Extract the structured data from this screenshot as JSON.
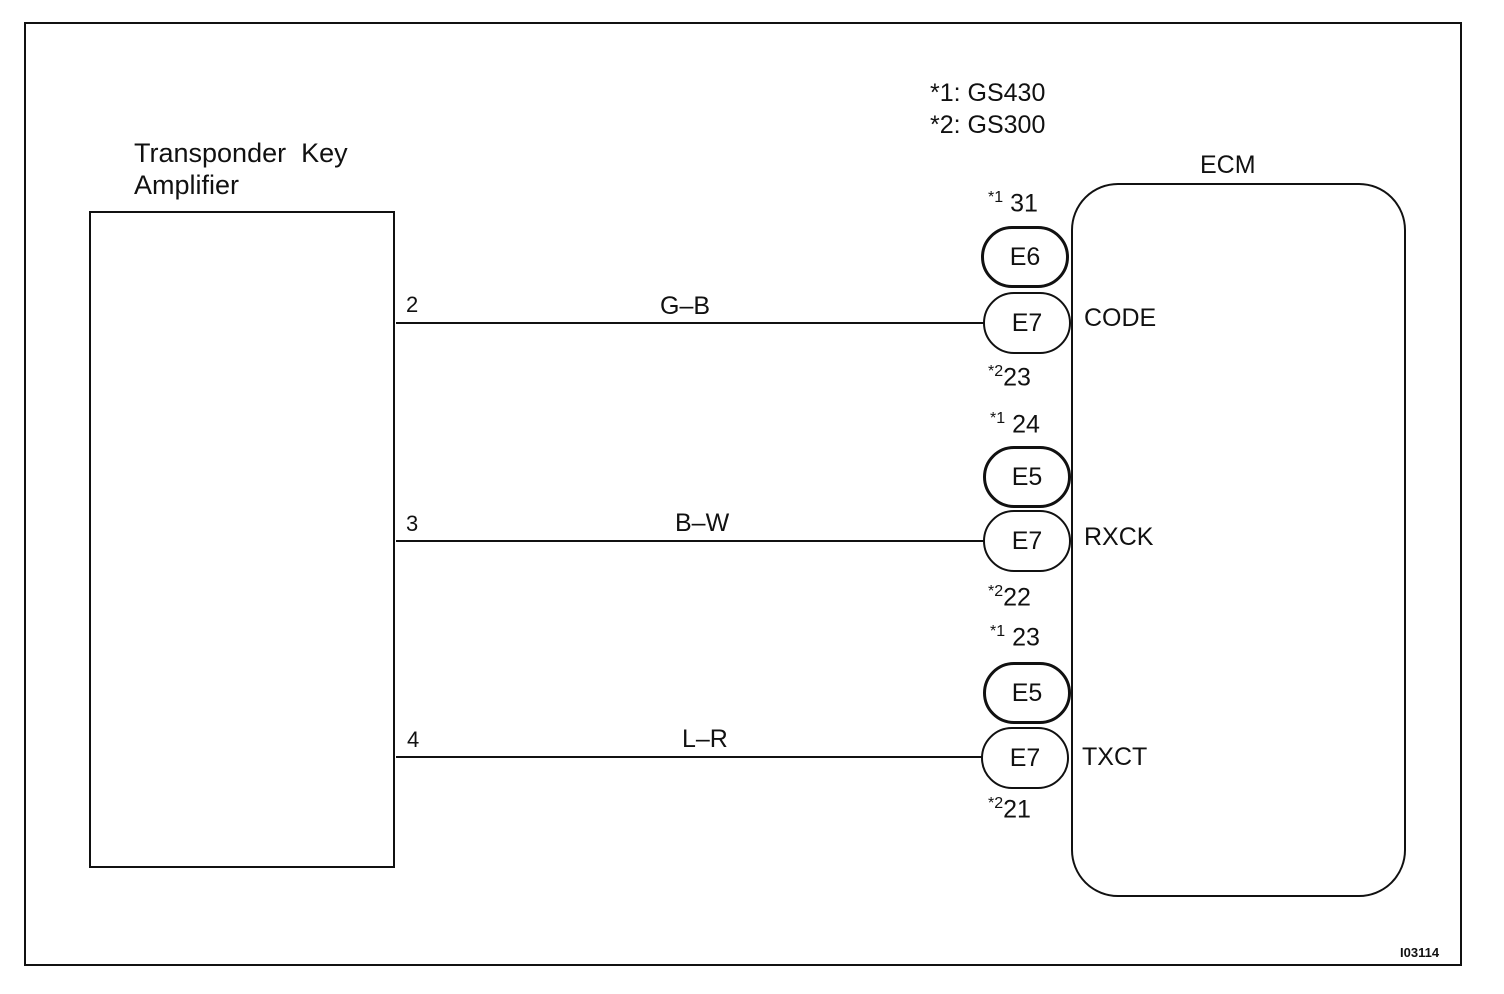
{
  "legend": {
    "line1": "*1: GS430",
    "line2": "*2: GS300"
  },
  "amplifier": {
    "title_line1": "Transponder  Key",
    "title_line2": "Amplifier"
  },
  "ecm": {
    "title": "ECM"
  },
  "wires": [
    {
      "pin": "2",
      "color": "G–B",
      "signal": "CODE",
      "top_conn": "E6",
      "bottom_conn": "E7",
      "top_star": "*1",
      "top_pin": "31",
      "bottom_star": "*2",
      "bottom_pin": "23"
    },
    {
      "pin": "3",
      "color": "B–W",
      "signal": "RXCK",
      "top_conn": "E5",
      "bottom_conn": "E7",
      "top_star": "*1",
      "top_pin": "24",
      "bottom_star": "*2",
      "bottom_pin": "22"
    },
    {
      "pin": "4",
      "color": "L–R",
      "signal": "TXCT",
      "top_conn": "E5",
      "bottom_conn": "E7",
      "top_star": "*1",
      "top_pin": "23",
      "bottom_star": "*2",
      "bottom_pin": "21"
    }
  ],
  "figure_id": "I03114"
}
